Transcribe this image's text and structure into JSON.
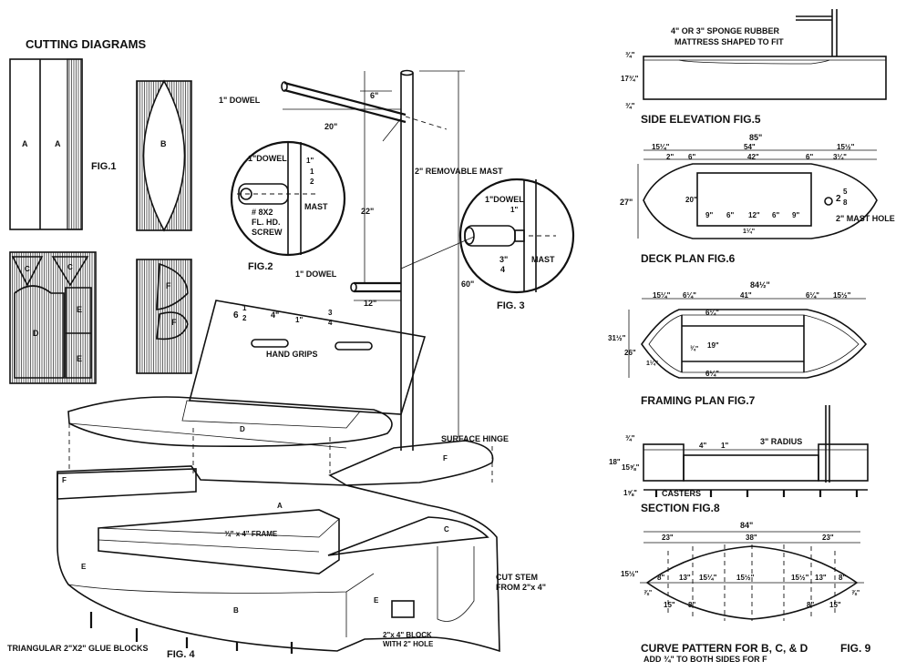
{
  "cutting": {
    "title": "CUTTING DIAGRAMS",
    "fig1": "FIG.1",
    "a1": "A",
    "a2": "A",
    "b": "B",
    "c1": "C",
    "c2": "C",
    "d": "D",
    "e1": "E",
    "e2": "E",
    "f1": "F",
    "f2": "F"
  },
  "fig2": {
    "dowel_top": "1\" DOWEL",
    "dim_6": "6\"",
    "dim_20": "20\"",
    "detail_dowel": "1\"DOWEL",
    "detail_1": "1\"",
    "detail_half": "1",
    "detail_half_den": "2",
    "screw_1": "# 8X2",
    "screw_2": "FL. HD.",
    "screw_3": "SCREW",
    "mast": "MAST",
    "caption": "FIG.2",
    "dim_22": "22\"",
    "dowel_low": "1\" DOWEL",
    "dim_12": "12\""
  },
  "mast": {
    "removable": "2\" REMOVABLE MAST",
    "dim_60": "60\""
  },
  "fig3": {
    "dowel": "1\"DOWEL",
    "dim_1": "1\"",
    "dim_34_num": "3\"",
    "dim_34_den": "4",
    "mast": "MAST",
    "caption": "FIG. 3"
  },
  "fig4": {
    "d_6": "6",
    "d_6_num": "1",
    "d_6_den": "2",
    "d_4": "4\"",
    "d_1": "1\"",
    "d_34_num": "3",
    "d_34_den": "4",
    "hand_grips": "HAND GRIPS",
    "surface_hinge": "SURFACE HINGE",
    "frame": "¾\" x 4\" FRAME",
    "cut_stem_1": "CUT STEM",
    "cut_stem_2": "FROM 2\"x 4\"",
    "block_1": "2\"x 4\" BLOCK",
    "block_2": "WITH 2\" HOLE",
    "glue_blocks": "TRIANGULAR 2\"X2\" GLUE BLOCKS",
    "caption": "FIG. 4",
    "tag_d": "D",
    "tag_a": "A",
    "tag_b": "B",
    "tag_c": "C",
    "tag_e1": "E",
    "tag_e2": "E",
    "tag_f1": "F",
    "tag_f2": "F"
  },
  "fig5": {
    "note_1": "4\" OR 3\" SPONGE RUBBER",
    "note_2": "MATTRESS SHAPED TO FIT",
    "h1": "¾\"",
    "h2": "17¾\"",
    "h3": "¾\"",
    "caption": "SIDE ELEVATION  FIG.5"
  },
  "fig6": {
    "dim_85": "85\"",
    "dim_1514": "15¼\"",
    "dim_54": "54\"",
    "dim_1512": "15½\"",
    "dim_2": "2\"",
    "dim_6a": "6\"",
    "dim_42": "42\"",
    "dim_6b": "6\"",
    "dim_314": "3¼\"",
    "dim_27": "27\"",
    "dim_20": "20\"",
    "dim_9a": "9\"",
    "dim_6c": "6\"",
    "dim_12": "12\"",
    "dim_6d": "6\"",
    "dim_9b": "9\"",
    "dim_114": "1¼\"",
    "dim_2_5_8": "2",
    "dim_5": "5",
    "dim_8": "8",
    "mast_hole": "2\" MAST HOLE",
    "caption": "DECK PLAN  FIG.6"
  },
  "fig7": {
    "dim_8412": "84½\"",
    "dim_1514": "15¼\"",
    "dim_614a": "6¼\"",
    "dim_41": "41\"",
    "dim_614b": "6¼\"",
    "dim_1512": "15½\"",
    "dim_3112": "31½\"",
    "dim_26": "26\"",
    "dim_614c": "6¼\"",
    "dim_19": "19\"",
    "dim_614d": "6¼\"",
    "dim_34": "¾\"",
    "dim_114": "1¼\"",
    "caption": "FRAMING PLAN  FIG.7"
  },
  "fig8": {
    "h1": "¾\"",
    "h2": "18\"",
    "h3": "15⅝\"",
    "h4": "1⅝\"",
    "dim_4": "4\"",
    "dim_1": "1\"",
    "radius": "3\" RADIUS",
    "casters": "CASTERS",
    "caption": "SECTION   FIG.8"
  },
  "fig9": {
    "dim_84": "84\"",
    "dim_23a": "23\"",
    "dim_38": "38\"",
    "dim_23b": "23\"",
    "dim_1512": "15½\"",
    "dim_8a": "8\"",
    "dim_13a": "13\"",
    "dim_1514a": "15¼\"",
    "dim_1512b": "15½\"",
    "dim_1512c": "15½\"",
    "dim_13b": "13\"",
    "dim_8b": "8\"",
    "dim_15a": "15\"",
    "dim_8c": "8\"",
    "dim_8d": "8\"",
    "dim_15b": "15\"",
    "dim_78a": "⅞\"",
    "dim_78b": "⅞\"",
    "caption_1": "CURVE PATTERN FOR B, C, & D",
    "caption_fig": "FIG. 9",
    "caption_2": "ADD ¾\" TO BOTH SIDES FOR F"
  }
}
